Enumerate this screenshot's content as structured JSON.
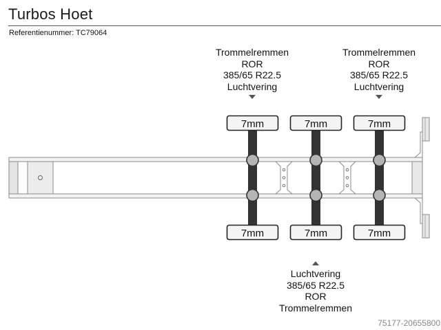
{
  "header": {
    "title": "Turbos Hoet",
    "reference": "Referentienummer: TC79064"
  },
  "top_labels": [
    {
      "lines": [
        "Trommelremmen",
        "ROR",
        "385/65 R22.5",
        "Luchtvering"
      ]
    },
    {
      "lines": [
        "Trommelremmen",
        "ROR",
        "385/65 R22.5",
        "Luchtvering"
      ]
    }
  ],
  "bottom_label": {
    "lines": [
      "Luchtvering",
      "385/65 R22.5",
      "ROR",
      "Trommelremmen"
    ]
  },
  "axles": [
    {
      "top_tire": "7mm",
      "bottom_tire": "7mm"
    },
    {
      "top_tire": "7mm",
      "bottom_tire": "7mm"
    },
    {
      "top_tire": "7mm",
      "bottom_tire": "7mm"
    }
  ],
  "footer": {
    "code": "75177-20655800"
  },
  "colors": {
    "frame_fill": "#f3f3f3",
    "frame_stroke": "#8a8a8a",
    "tire_fill": "#f4f4f4",
    "tire_stroke": "#222222",
    "axle_fill": "#333333",
    "hub_fill": "#b5b5b5"
  }
}
